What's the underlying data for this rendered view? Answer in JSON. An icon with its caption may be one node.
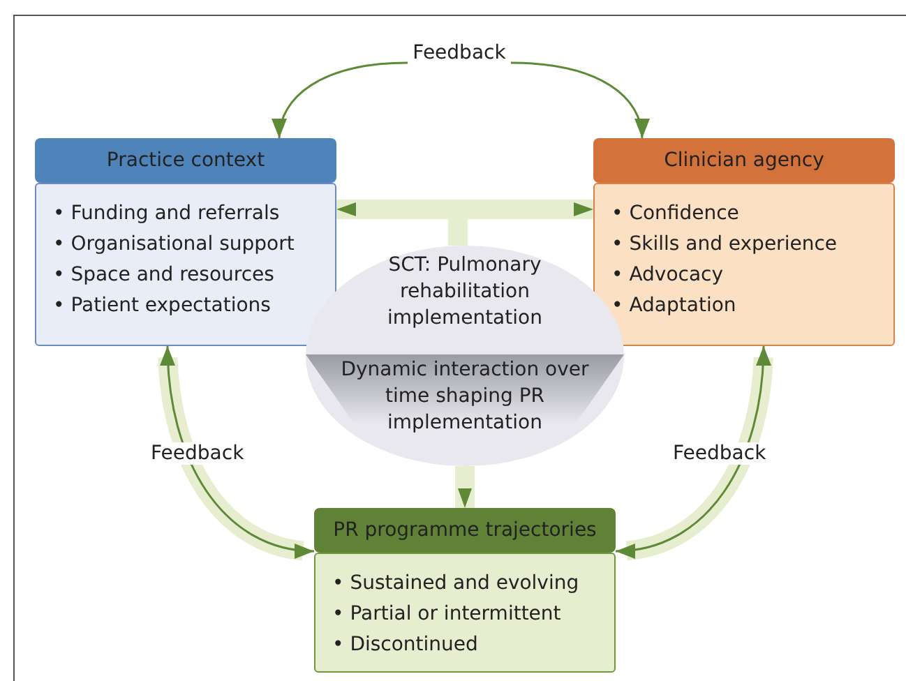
{
  "diagram": {
    "nodes": [
      {
        "text": [
          "Practice context",
          "• Funding and referrals",
          "• Organisational support",
          "• Space and resources",
          "• Patient expectations"
        ]
      },
      {
        "text": [
          "Clinician agency",
          "• Confidence",
          "• Skills and experience",
          "• Advocacy",
          "• Adaptation"
        ]
      },
      {
        "text": [
          "SCT: Pulmonary rehabilitation implementation",
          "Dynamic interaction over time shaping PR implementation"
        ]
      },
      {
        "text": [
          "PR programme trajectories",
          "• Sustained and evolving",
          "• Partial or intermittent",
          "• Discontinued"
        ]
      },
      {
        "text": [
          "Feedback"
        ]
      }
    ],
    "edges": [
      {
        "from": 4,
        "to": 0,
        "arrow": "to"
      },
      {
        "from": 4,
        "to": 1,
        "arrow": "to"
      },
      {
        "from": 2,
        "to": 0,
        "arrow": "to",
        "style": "thick",
        "color": "#e7eed0"
      },
      {
        "from": 2,
        "to": 1,
        "arrow": "to",
        "style": "thick",
        "color": "#e7eed0"
      },
      {
        "from": 2,
        "to": 3,
        "arrow": "to",
        "style": "thick",
        "color": "#e7eed0"
      },
      {
        "from": 0,
        "to": 3,
        "arrow": "both",
        "label": "Feedback"
      },
      {
        "from": 1,
        "to": 3,
        "arrow": "both",
        "label": "Feedback"
      }
    ]
  }
}
